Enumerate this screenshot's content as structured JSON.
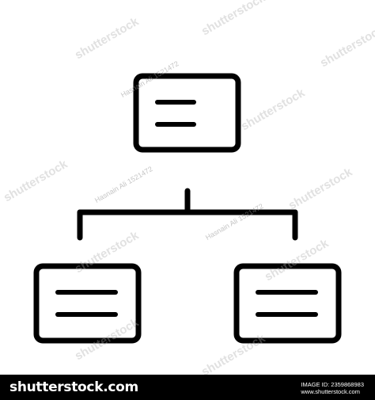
{
  "watermark": {
    "brand": "shutterstock",
    "author": "Hasnain Ali 1521472"
  },
  "footer": {
    "logo": "shutterstock.com",
    "image_id_line": "IMAGE ID: 2359868983",
    "site": "www.shutterstock.com"
  },
  "icon": {
    "name": "hierarchy-org-chart-icon",
    "stroke_color": "#000000",
    "background_color": "#ffffff"
  }
}
